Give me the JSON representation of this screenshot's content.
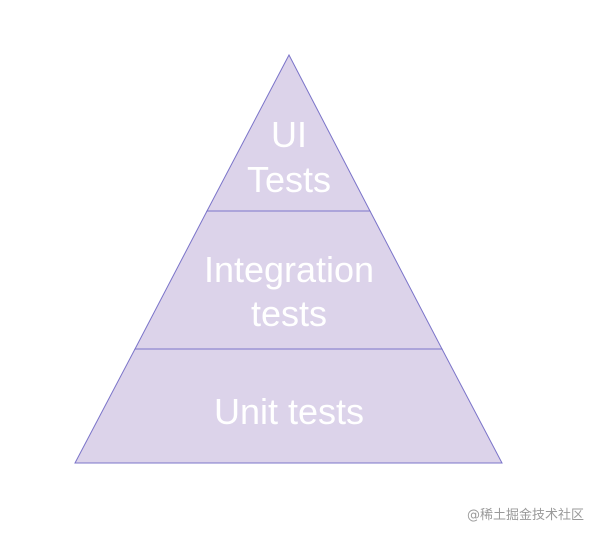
{
  "colors": {
    "background": "#ffffff",
    "fill": "#dcd3ea",
    "stroke": "#7b74c9",
    "label": "#ffffff",
    "watermark": "#9a9a9a"
  },
  "pyramid": {
    "tiers": [
      {
        "id": "ui",
        "lines": [
          "UI",
          "Tests"
        ]
      },
      {
        "id": "integration",
        "lines": [
          "Integration",
          "tests"
        ]
      },
      {
        "id": "unit",
        "lines": [
          "Unit tests"
        ]
      }
    ]
  },
  "watermark": {
    "text": "@稀土掘金技术社区"
  }
}
